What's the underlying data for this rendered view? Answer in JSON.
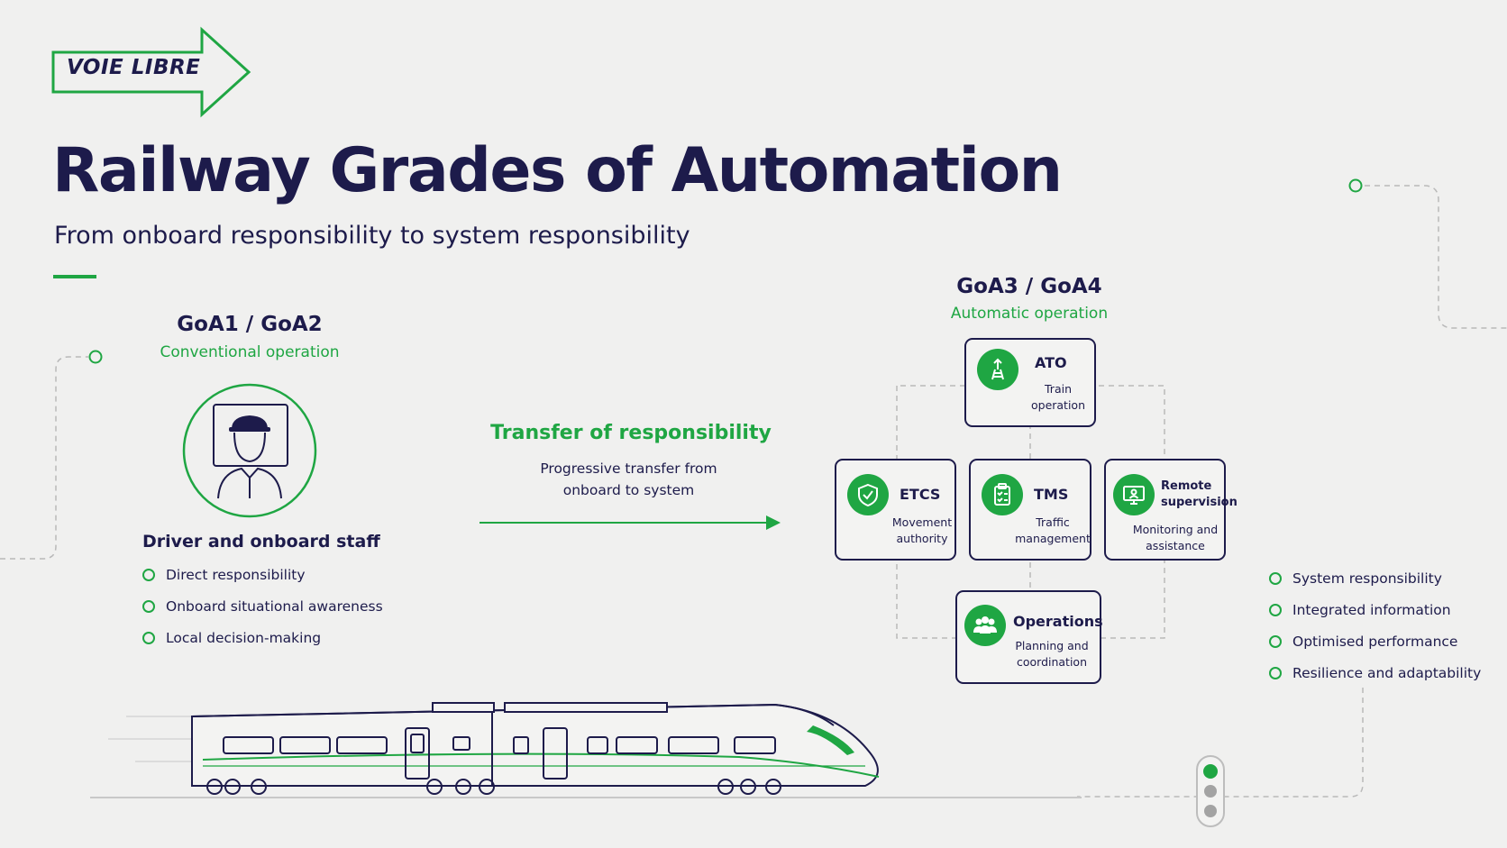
{
  "brand": {
    "name": "VOIE LIBRE"
  },
  "header": {
    "title": "Railway Grades of Automation",
    "subtitle": "From onboard responsibility to system responsibility"
  },
  "left": {
    "goa_label": "GoA1 / GoA2",
    "mode": "Conventional operation",
    "actor_icon": "train-driver-icon",
    "actor_title": "Driver and onboard staff",
    "bullets": [
      "Direct responsibility",
      "Onboard situational awareness",
      "Local decision-making"
    ]
  },
  "transfer": {
    "title": "Transfer of responsibility",
    "line1": "Progressive transfer from",
    "line2": "onboard to system"
  },
  "right": {
    "goa_label": "GoA3 / GoA4",
    "mode": "Automatic operation",
    "cards": {
      "ato": {
        "icon": "track-arrow-icon",
        "title": "ATO",
        "desc1": "Train",
        "desc2": "operation"
      },
      "etcs": {
        "icon": "shield-check-icon",
        "title": "ETCS",
        "desc1": "Movement",
        "desc2": "authority"
      },
      "tms": {
        "icon": "clipboard-checklist-icon",
        "title": "TMS",
        "desc1": "Traffic",
        "desc2": "management"
      },
      "remote": {
        "icon": "monitor-person-icon",
        "title": "Remote supervision",
        "desc1": "Monitoring and",
        "desc2": "assistance"
      },
      "ops": {
        "icon": "team-people-icon",
        "title": "Operations",
        "desc1": "Planning and",
        "desc2": "coordination"
      }
    },
    "bullets": [
      "System responsibility",
      "Integrated information",
      "Optimised performance",
      "Resilience and adaptability"
    ]
  },
  "colors": {
    "navy": "#1d1b4b",
    "green": "#1fa643",
    "background": "#f0f0ef"
  },
  "illustration": {
    "train": "high-speed-train-illustration",
    "signal": "railway-signal-icon"
  }
}
